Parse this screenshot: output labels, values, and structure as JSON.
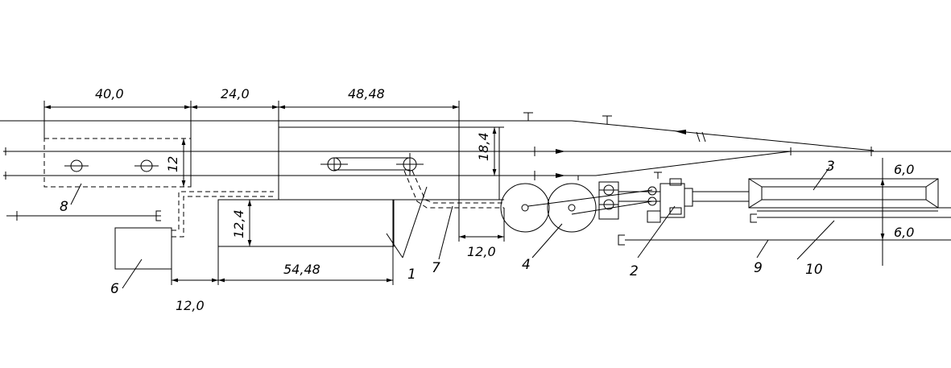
{
  "dimensions": {
    "d_40": "40,0",
    "d_24": "24,0",
    "d_48": "48,48",
    "d_18": "18,4",
    "d_12_v": "12",
    "d_12_4": "12,4",
    "d_54": "54,48",
    "d_12_bottom": "12,0",
    "d_12_mid": "12,0",
    "d_6_top": "6,0",
    "d_6_bottom": "6,0"
  },
  "callouts": {
    "c1": "1",
    "c2": "2",
    "c3": "3",
    "c4": "4",
    "c6": "6",
    "c7": "7",
    "c8": "8",
    "c9": "9",
    "c10": "10"
  }
}
